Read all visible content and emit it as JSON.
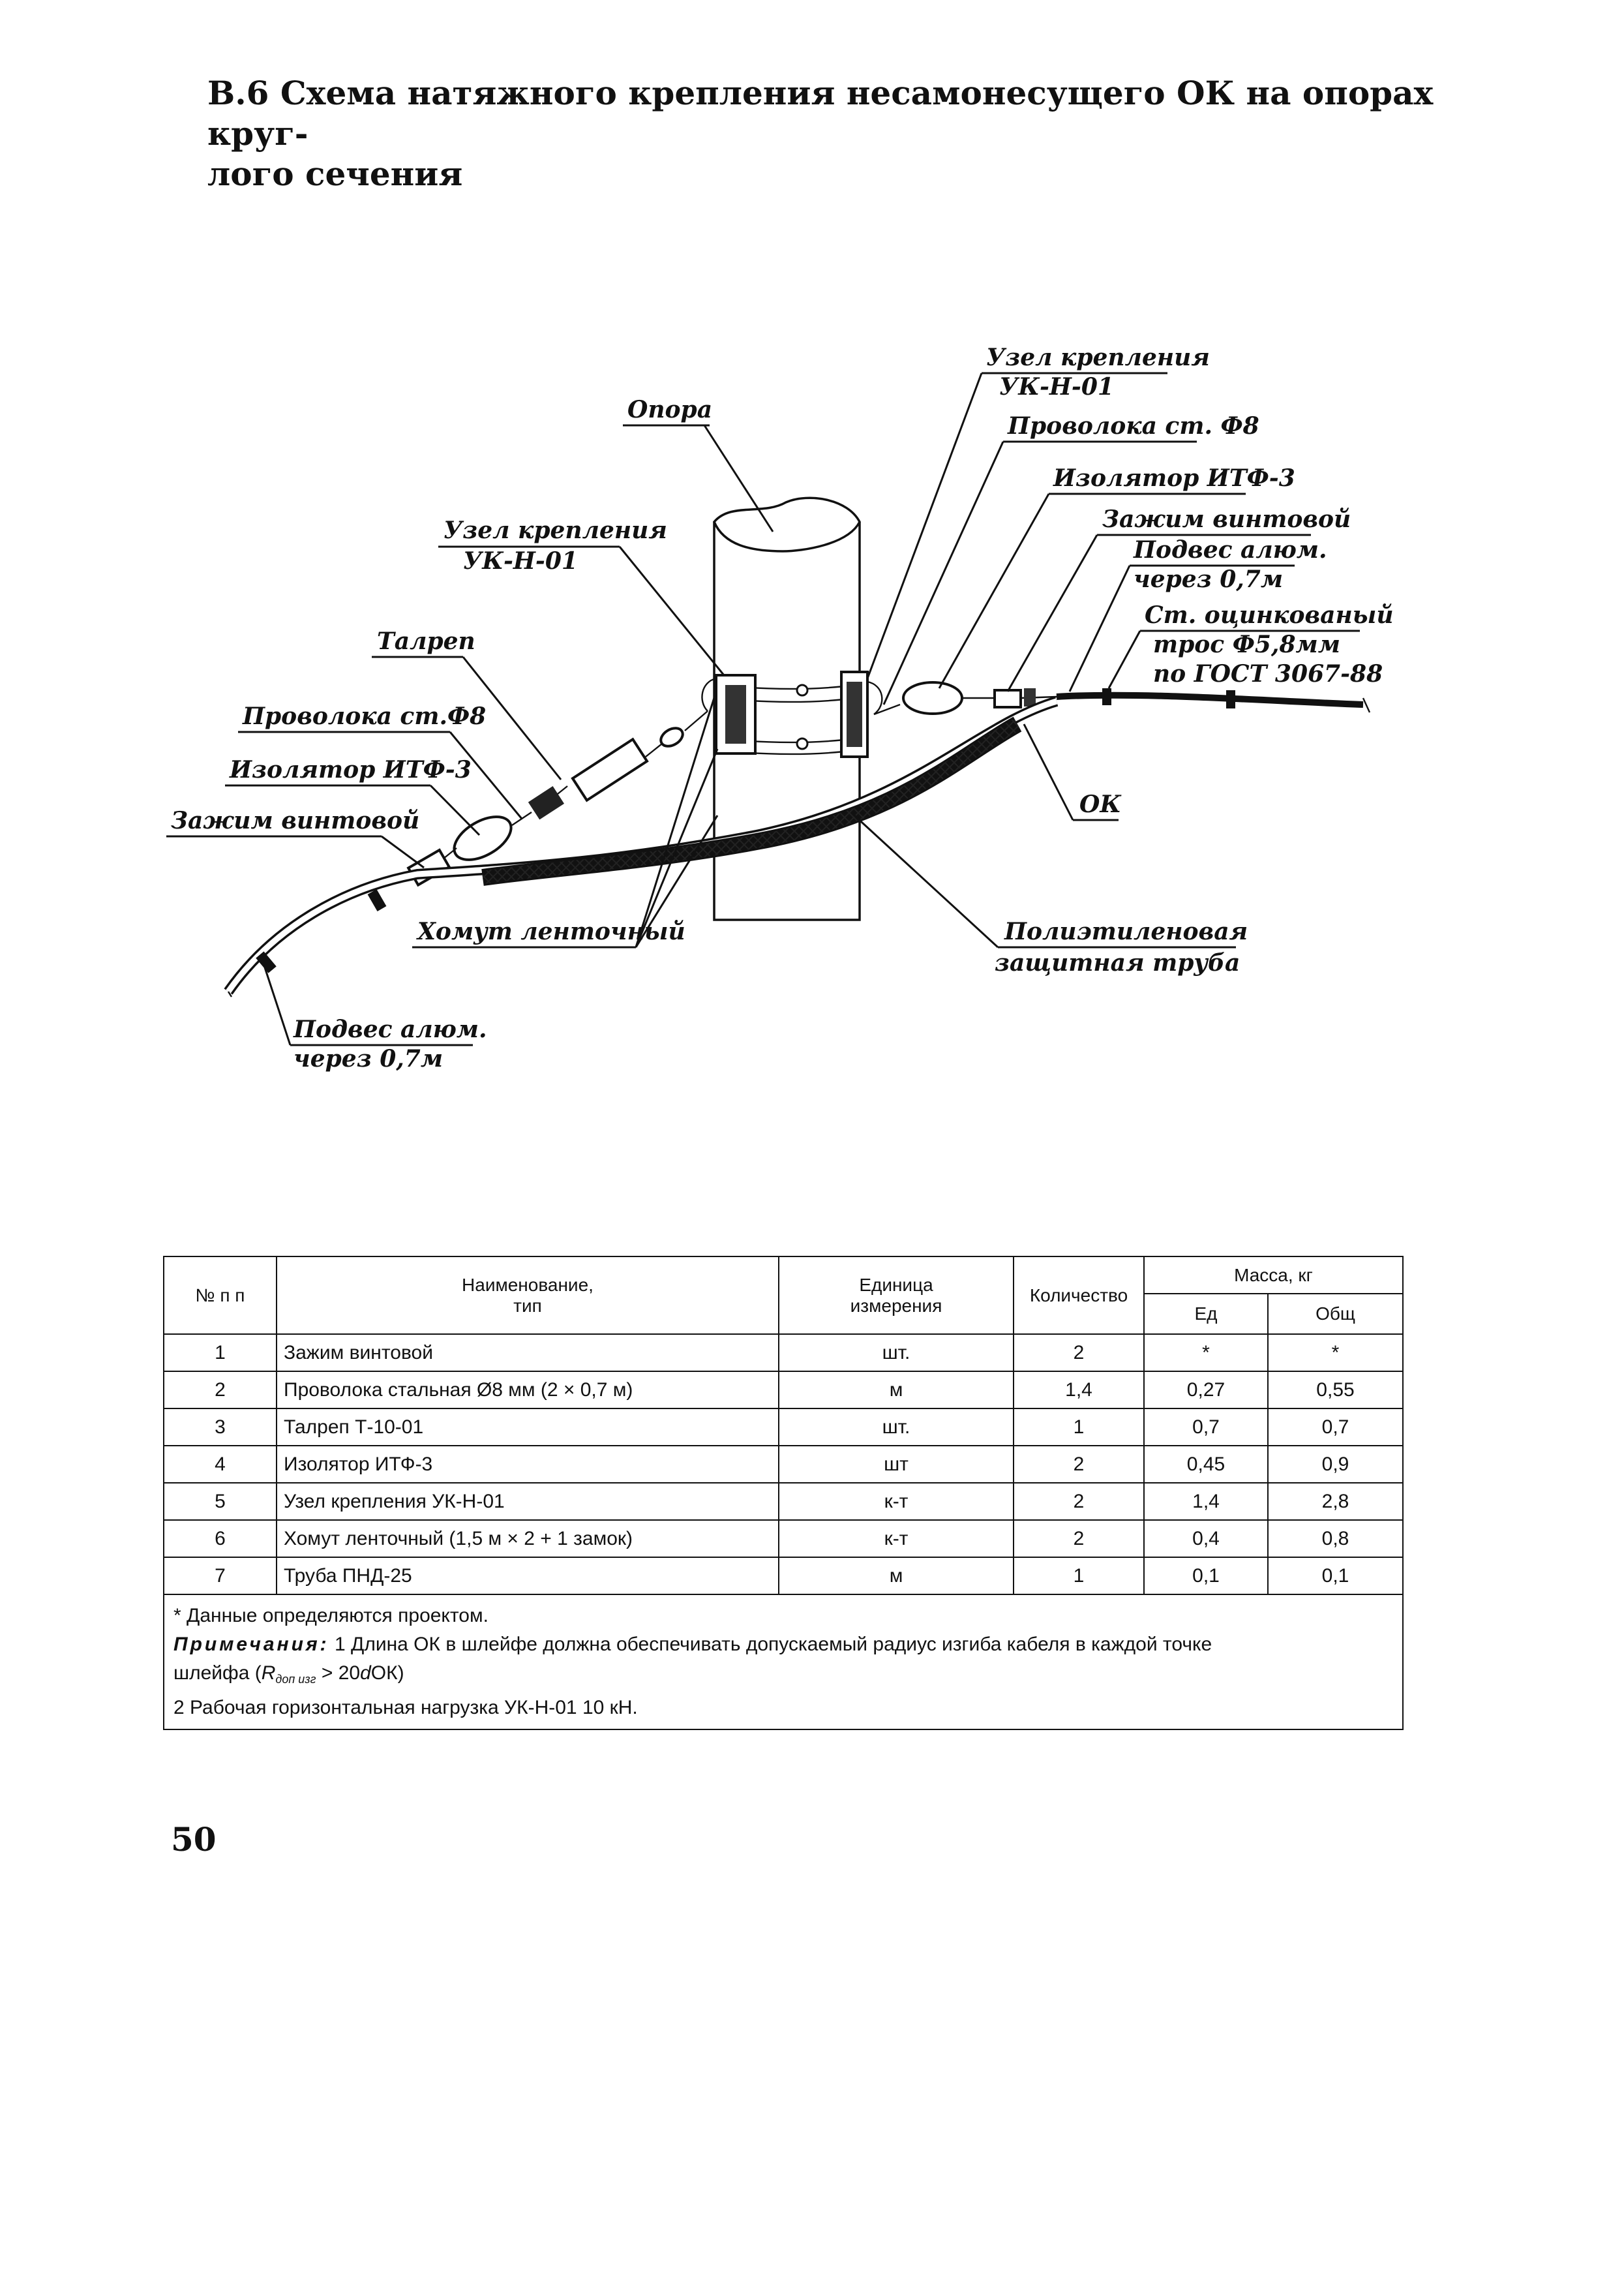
{
  "heading": {
    "line1": "В.6 Схема натяжного крепления несамонесущего ОК на опорах круг-",
    "line2": "лого сечения"
  },
  "diagram": {
    "labels": {
      "opora": "Опора",
      "uzel_left_1": "Узел крепления",
      "uzel_left_2": "УК-Н-01",
      "talrep": "Талреп",
      "provoloka_left": "Проволока ст.Ф8",
      "izolyator_left": "Изолятор ИТФ-3",
      "zazhim_left": "Зажим винтовой",
      "khomut": "Хомут ленточный",
      "podves_left_1": "Подвес алюм.",
      "podves_left_2": "через 0,7м",
      "uzel_right_1": "Узел крепления",
      "uzel_right_2": "УК-Н-01",
      "provoloka_right": "Проволока ст. Ф8",
      "izolyator_right": "Изолятор ИТФ-3",
      "zazhim_right": "Зажим винтовой",
      "podves_right_1": "Подвес алюм.",
      "podves_right_2": "через 0,7м",
      "tros_1": "Ст. оцинкованый",
      "tros_2": "трос Ф5,8мм",
      "tros_3": "по ГОСТ 3067-88",
      "ok": "ОК",
      "truba_1": "Полиэтиленовая",
      "truba_2": "защитная труба"
    }
  },
  "table": {
    "headers": {
      "num": "№ п п",
      "name_1": "Наименование,",
      "name_2": "тип",
      "unit_1": "Единица",
      "unit_2": "измерения",
      "qty": "Количество",
      "mass": "Масса, кг",
      "mass_unit": "Ед",
      "mass_total": "Общ"
    },
    "rows": [
      {
        "n": "1",
        "name": "Зажим винтовой",
        "unit": "шт.",
        "qty": "2",
        "m1": "*",
        "m2": "*"
      },
      {
        "n": "2",
        "name": "Проволока стальная Ø8 мм (2 × 0,7 м)",
        "unit": "м",
        "qty": "1,4",
        "m1": "0,27",
        "m2": "0,55"
      },
      {
        "n": "3",
        "name": "Талреп Т-10-01",
        "unit": "шт.",
        "qty": "1",
        "m1": "0,7",
        "m2": "0,7"
      },
      {
        "n": "4",
        "name": "Изолятор ИТФ-3",
        "unit": "шт",
        "qty": "2",
        "m1": "0,45",
        "m2": "0,9"
      },
      {
        "n": "5",
        "name": "Узел крепления УК-Н-01",
        "unit": "к-т",
        "qty": "2",
        "m1": "1,4",
        "m2": "2,8"
      },
      {
        "n": "6",
        "name": "Хомут ленточный (1,5 м × 2 + 1 замок)",
        "unit": "к-т",
        "qty": "2",
        "m1": "0,4",
        "m2": "0,8"
      },
      {
        "n": "7",
        "name": "Труба ПНД-25",
        "unit": "м",
        "qty": "1",
        "m1": "0,1",
        "m2": "0,1"
      }
    ],
    "notes": {
      "data_note": "* Данные определяются проектом.",
      "notes_lead": "Примечания:",
      "note1_a": "1  Длина ОК в шлейфе должна обеспечивать допускаемый радиус изгиба кабеля в каждой точке",
      "note1_b_pre": "шлейфа (",
      "note1_R": "R",
      "note1_sub": "доп изг",
      "note1_b_post": " > 20",
      "note1_d": "d",
      "note1_end": "ОК)",
      "note2": "2  Рабочая горизонтальная нагрузка УК-Н-01 10 кН."
    }
  },
  "page_number": "50"
}
